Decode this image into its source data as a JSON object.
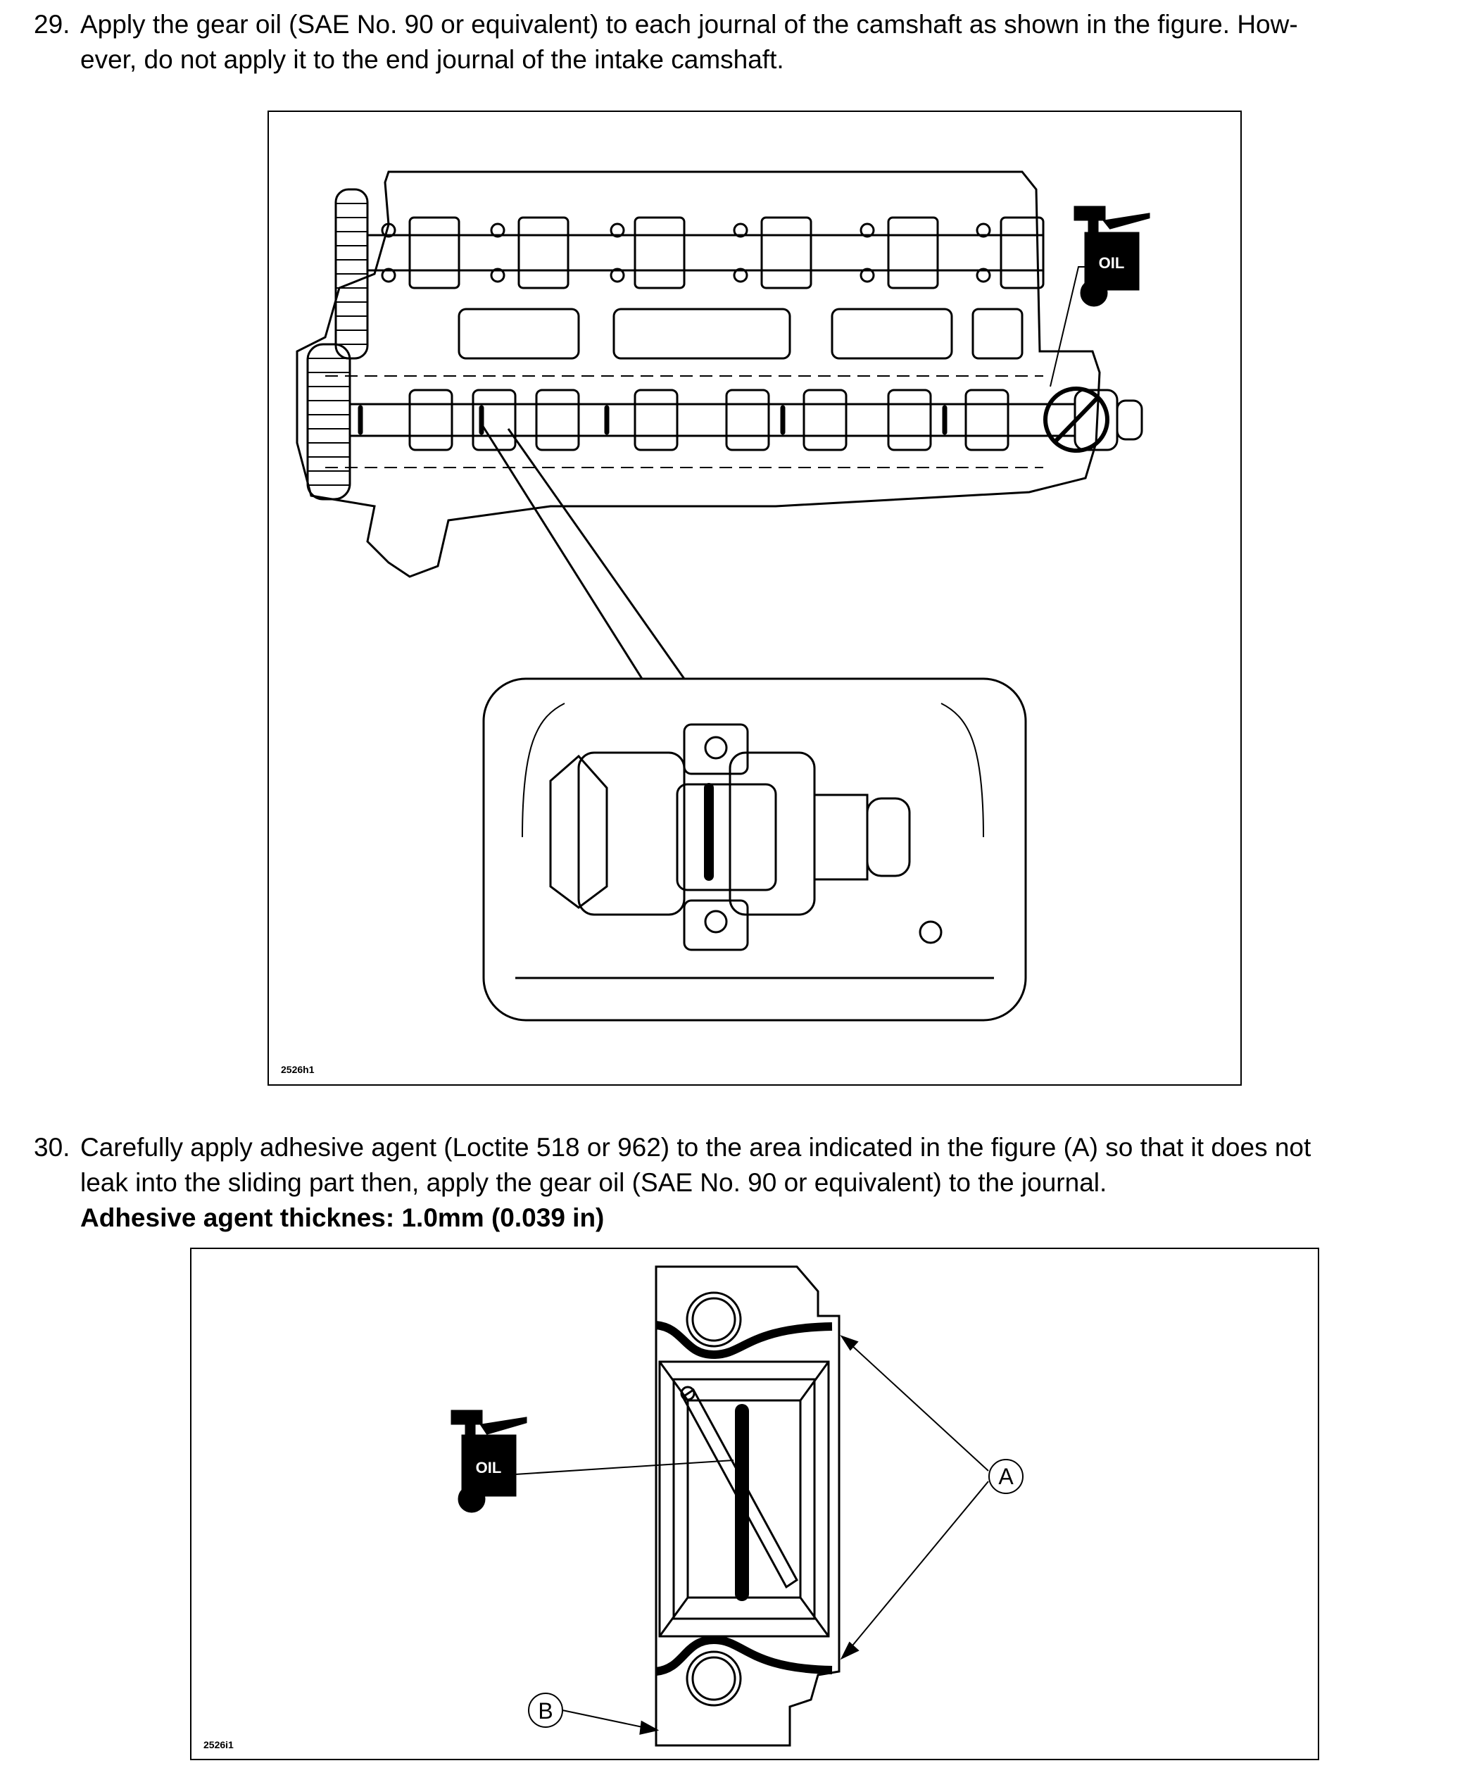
{
  "step29": {
    "number": "29.",
    "line1": "Apply the gear oil (SAE No. 90 or equivalent) to each journal of the camshaft as shown in the figure. How-",
    "line2": "ever, do not apply it to the end journal of the intake camshaft."
  },
  "figure1": {
    "code": "2526h1",
    "oil_label": "OIL"
  },
  "step30": {
    "number": "30.",
    "line1": "Carefully apply adhesive agent (Loctite 518 or 962) to the area indicated in the figure (A) so that it does not",
    "line2": "leak into the sliding part then, apply the gear oil (SAE No. 90 or equivalent) to the journal.",
    "spec": "Adhesive agent thicknes: 1.0mm (0.039 in)"
  },
  "figure2": {
    "code": "2526i1",
    "oil_label": "OIL",
    "callout_a": "A",
    "callout_b": "B"
  }
}
